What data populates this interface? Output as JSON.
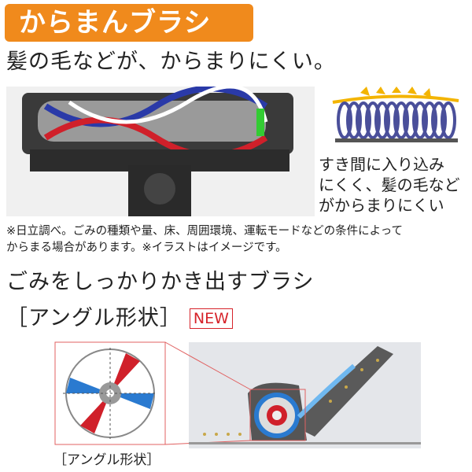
{
  "banner": {
    "title": "からまんブラシ",
    "color": "#f08a1c"
  },
  "headline": "髪の毛などが、からまりにくい。",
  "side_text": [
    "すき間に入り込み",
    "にくく、髪の毛など",
    "がからまりにくい"
  ],
  "note": [
    "※日立調べ。ごみの種類や量、床、周囲環境、運転モードなどの条件によって",
    "からまる場合があります。※イラストはイメージです。"
  ],
  "section2": {
    "title": "ごみをしっかりかき出すブラシ",
    "subtitle": "［アングル形状］",
    "badge": "NEW",
    "badge_color": "#d6232a",
    "caption": "［アングル形状］"
  }
}
